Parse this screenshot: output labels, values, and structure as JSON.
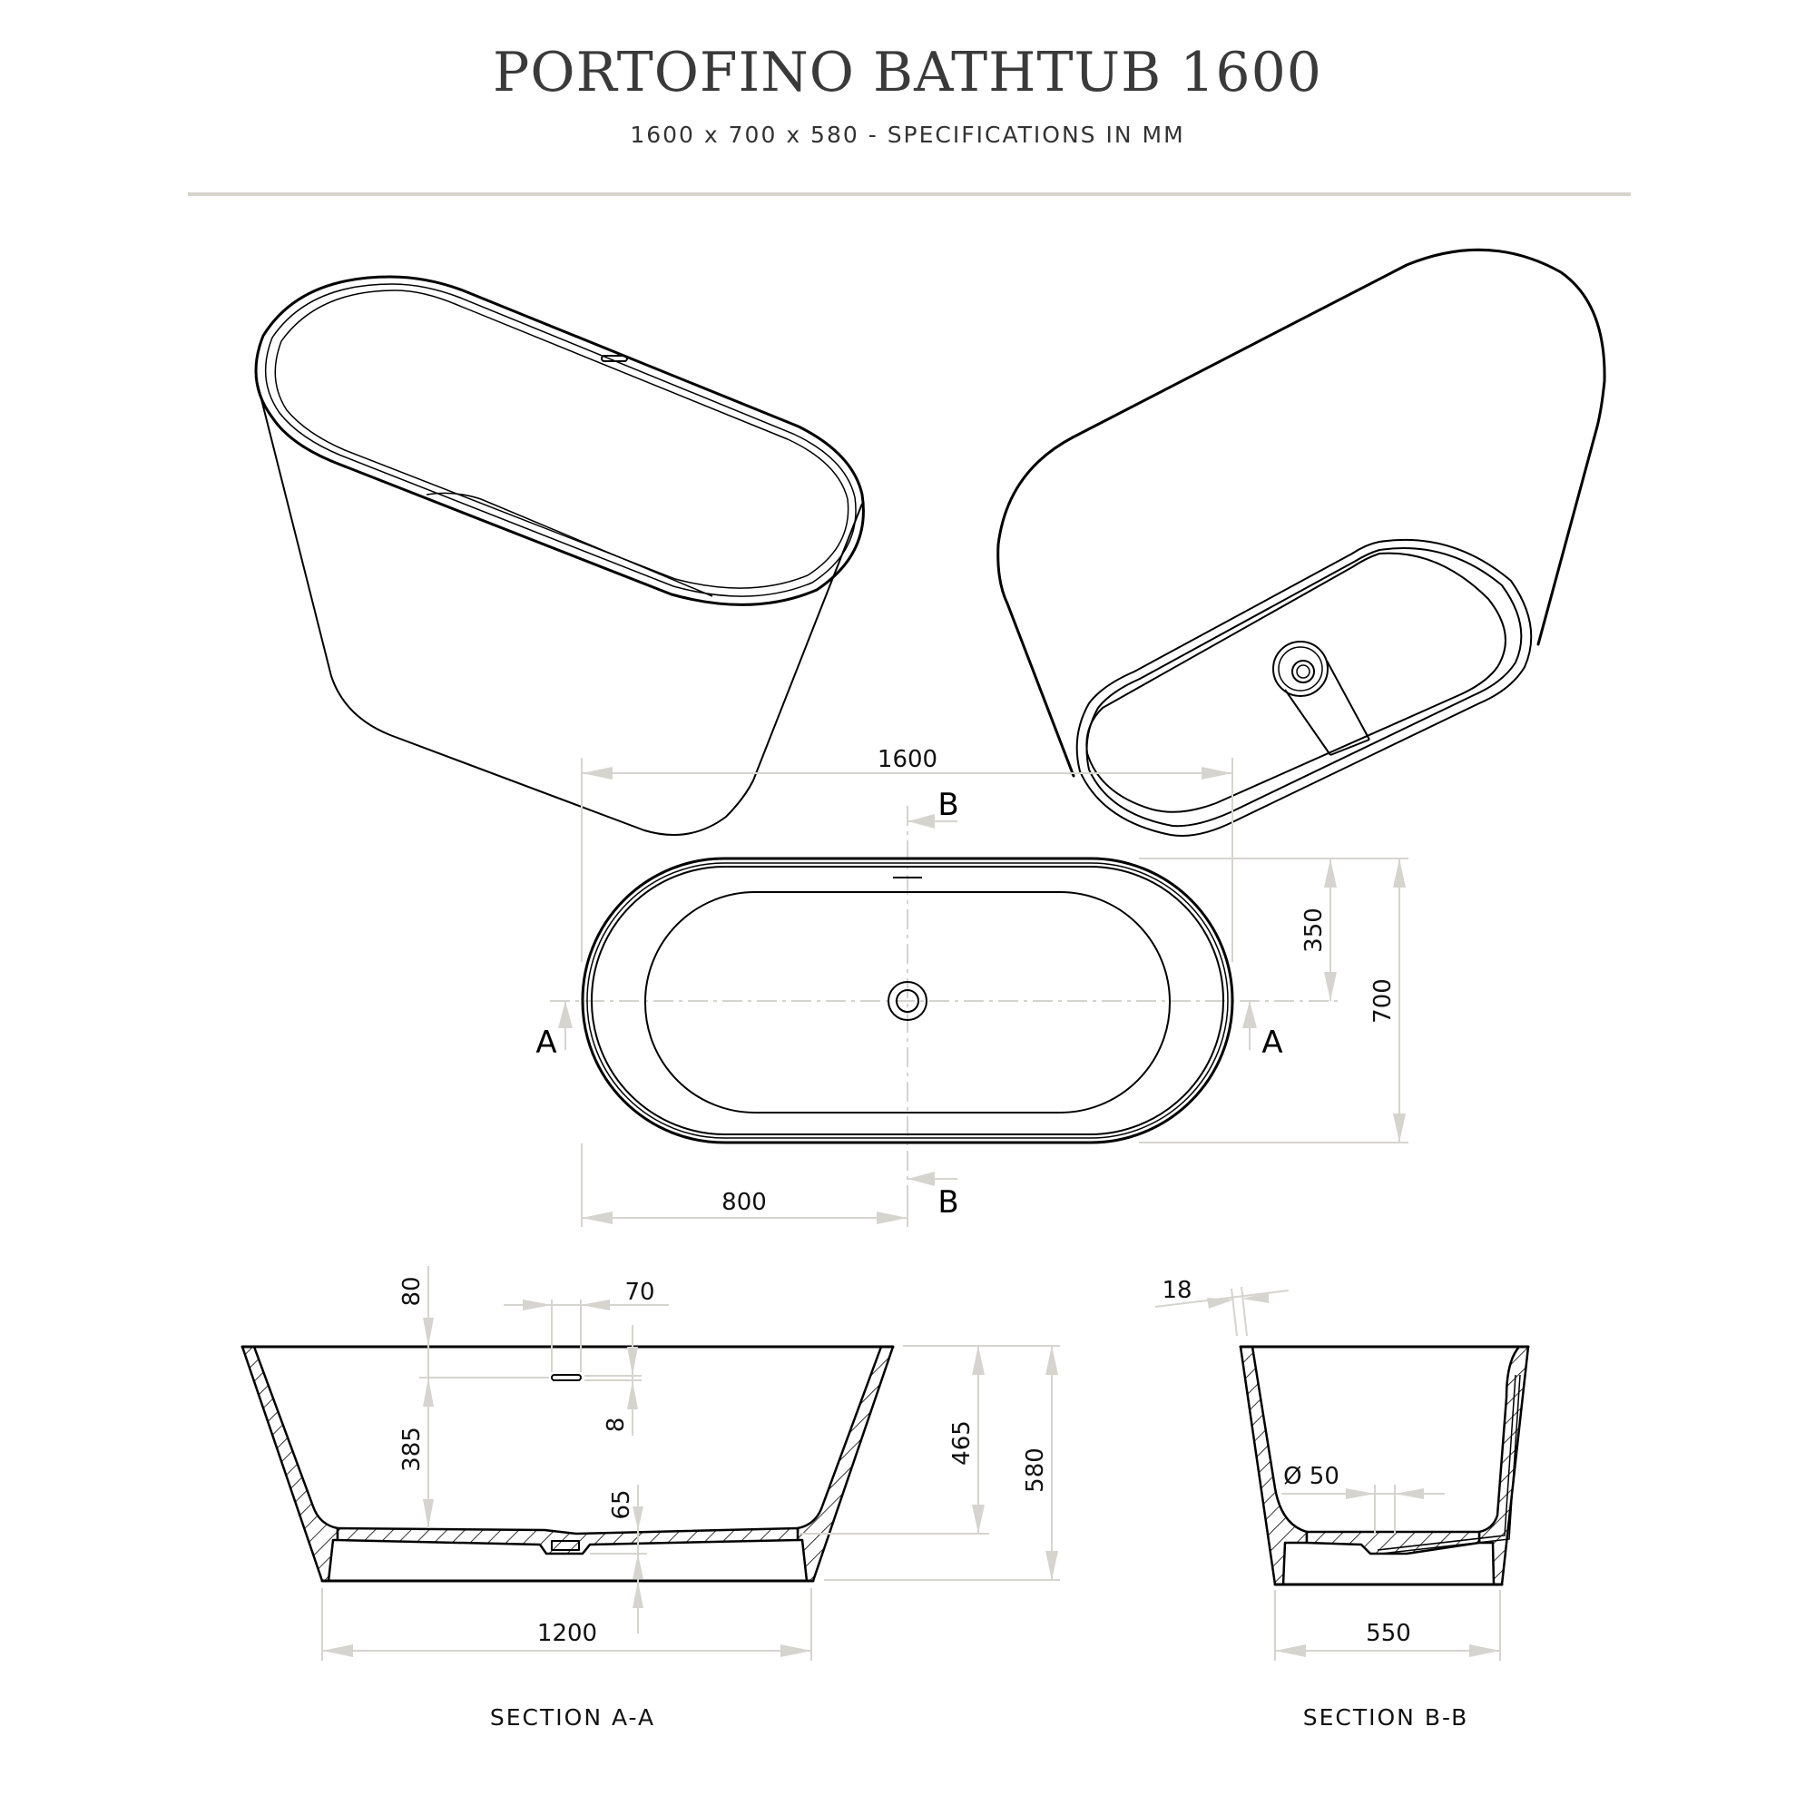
{
  "header": {
    "title": "PORTOFINO BATHTUB 1600",
    "subtitle": "1600 x 700 x 580  -  SPECIFICATIONS IN MM"
  },
  "colors": {
    "ink": "#000000",
    "title": "#3a3a3a",
    "dimension_line": "#d6d4cf",
    "divider": "#d6d3cc",
    "background": "#ffffff"
  },
  "views": {
    "perspective_top": {
      "label": ""
    },
    "perspective_bottom": {
      "label": ""
    },
    "plan": {
      "overall_length": "1600",
      "half_length": "800",
      "half_width": "350",
      "overall_width": "700",
      "section_a_left": "A",
      "section_a_right": "A",
      "section_b_top": "B",
      "section_b_bottom": "B"
    },
    "section_a": {
      "caption": "SECTION A-A",
      "overflow_from_rim": "80",
      "overflow_width": "70",
      "overflow_height": "8",
      "overflow_to_floor": "385",
      "drain_depth": "65",
      "internal_depth": "465",
      "overall_height": "580",
      "base_length": "1200"
    },
    "section_b": {
      "caption": "SECTION B-B",
      "wall_thickness": "18",
      "drain_diameter": "Ø 50",
      "base_width": "550"
    }
  }
}
